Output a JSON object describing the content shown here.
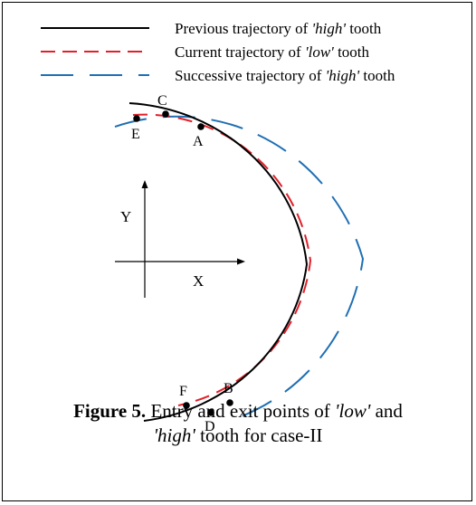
{
  "legend": [
    {
      "prefix": "Previous trajectory of ",
      "italic": "'high'",
      "suffix": " tooth",
      "color": "#000000",
      "style": "solid"
    },
    {
      "prefix": "Current trajectory of ",
      "italic": "'low'",
      "suffix": " tooth",
      "color": "#e0202a",
      "style": "dashed"
    },
    {
      "prefix": "Successive trajectory of ",
      "italic": "'high'",
      "suffix": " tooth",
      "color": "#1f6fb3",
      "style": "long-dashed"
    }
  ],
  "points": {
    "A": "A",
    "B": "B",
    "C": "C",
    "D": "D",
    "E": "E",
    "F": "F"
  },
  "axes": {
    "x": "X",
    "y": "Y"
  },
  "caption": {
    "figure": "Figure 5.",
    "part1": " Entry and exit points of ",
    "low": "'low'",
    "part2": " and",
    "high": "'high'",
    "part3": " tooth for case-II"
  }
}
